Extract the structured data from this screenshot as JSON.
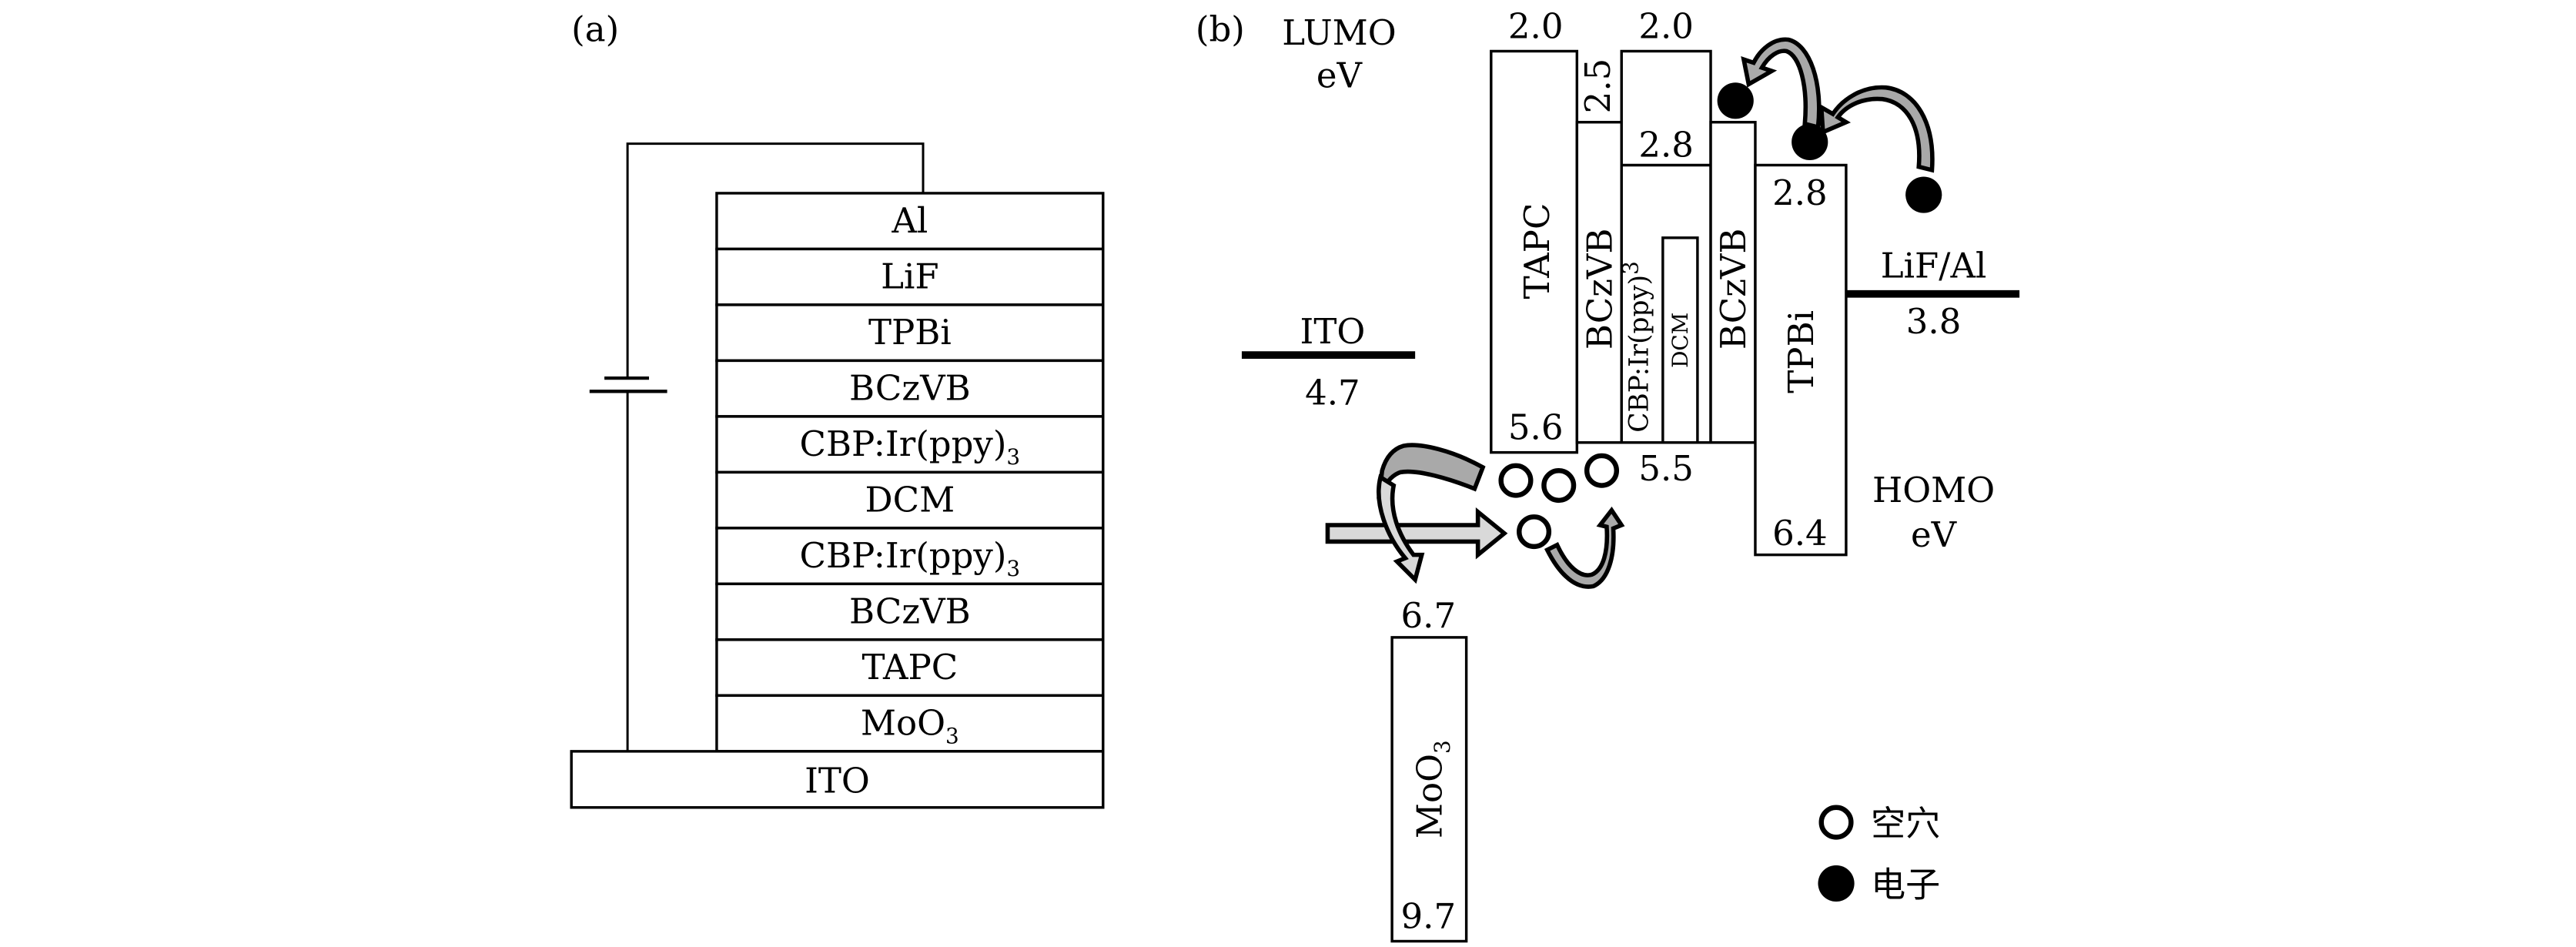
{
  "panel_a": {
    "label": "(a)",
    "layers": [
      {
        "name": "Al",
        "sub": ""
      },
      {
        "name": "LiF",
        "sub": ""
      },
      {
        "name": "TPBi",
        "sub": ""
      },
      {
        "name": "BCzVB",
        "sub": ""
      },
      {
        "name": "CBP:Ir(ppy)",
        "sub": "3"
      },
      {
        "name": "DCM",
        "sub": ""
      },
      {
        "name": "CBP:Ir(ppy)",
        "sub": "3"
      },
      {
        "name": "BCzVB",
        "sub": ""
      },
      {
        "name": "TAPC",
        "sub": ""
      },
      {
        "name": "MoO",
        "sub": "3"
      }
    ],
    "substrate": "ITO"
  },
  "panel_b": {
    "label": "(b)",
    "lumo_title": "LUMO",
    "lumo_unit": "eV",
    "homo_title": "HOMO",
    "homo_unit": "eV",
    "anode": {
      "name": "ITO",
      "value": "4.7"
    },
    "cathode": {
      "name": "LiF/Al",
      "value": "3.8"
    },
    "materials": {
      "moo3": {
        "name": "MoO",
        "sub": "3",
        "lumo": "6.7",
        "homo": "9.7"
      },
      "tapc": {
        "name": "TAPC",
        "lumo": "2.0",
        "homo": "5.6"
      },
      "bczvb_left": {
        "name": "BCzVB",
        "lumo": "2.5"
      },
      "cbp": {
        "name": "CBP:Ir(ppy)",
        "sub": "3",
        "lumo_outer": "2.0",
        "lumo": "2.8",
        "homo": "5.5"
      },
      "dcm": {
        "name": "DCM"
      },
      "bczvb_right": {
        "name": "BCzVB"
      },
      "tpbi": {
        "name": "TPBi",
        "lumo": "2.8",
        "homo": "6.4"
      }
    },
    "legend": {
      "hole": "空穴",
      "electron": "电子"
    }
  }
}
